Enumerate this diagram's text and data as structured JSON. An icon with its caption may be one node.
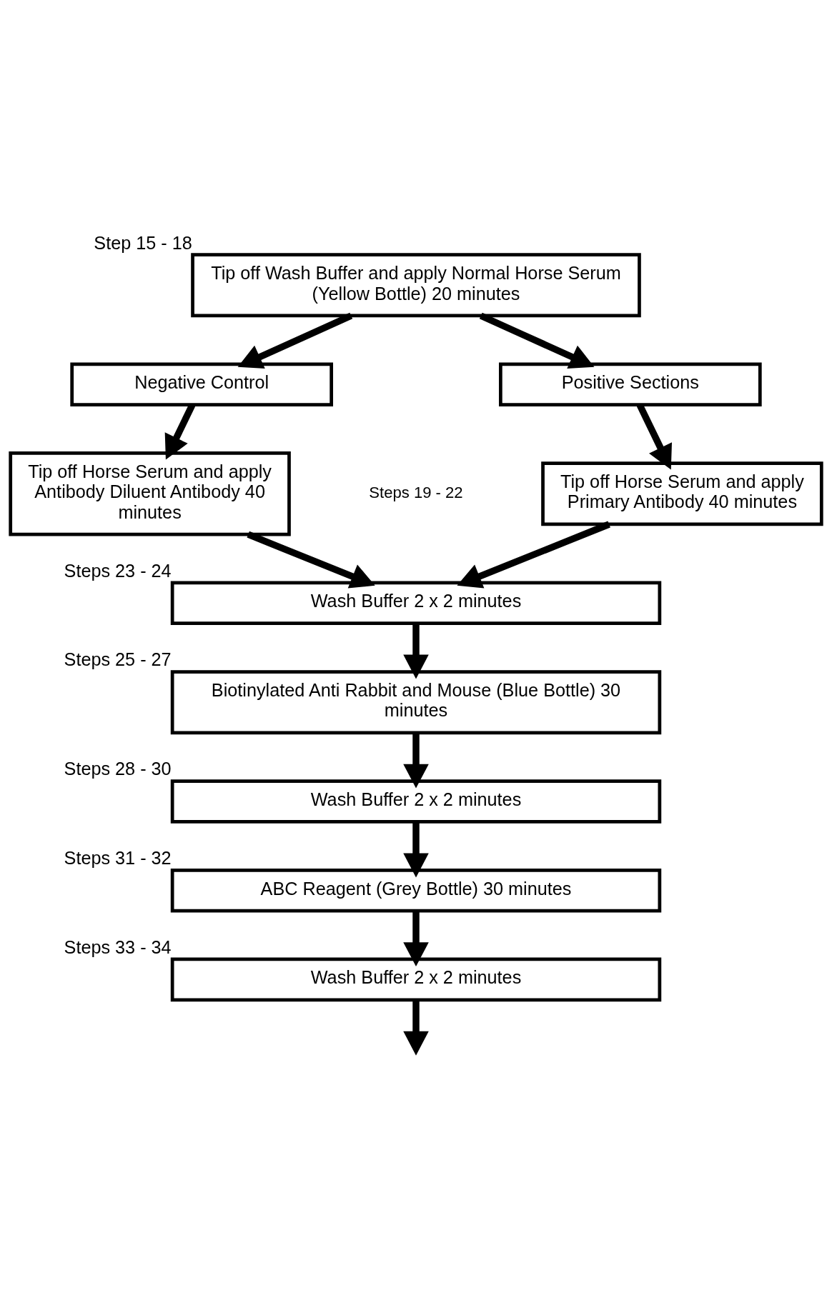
{
  "diagram": {
    "nodes": [
      {
        "text": [
          "Tip off Wash Buffer and apply Normal Horse Serum (Yellow Bottle) 20 minutes"
        ],
        "beside": [
          "Step 15 - 18"
        ]
      },
      {
        "text": [
          "Negative Control"
        ]
      },
      {
        "text": [
          "Positive Sections"
        ]
      },
      {
        "text": [
          "Tip off Horse Serum and apply Antibody Diluent Antibody 40 minutes"
        ]
      },
      {
        "text": [
          "Tip off Horse Serum and apply Primary Antibody 40 minutes"
        ]
      },
      {
        "text": [
          "Wash Buffer 2 x 2 minutes"
        ],
        "beside": [
          "Steps 23 - 24"
        ]
      },
      {
        "text": [
          "Biotinylated Anti Rabbit and Mouse (Blue Bottle) 30 minutes"
        ],
        "beside": [
          "Steps 25 - 27"
        ]
      },
      {
        "text": [
          "Wash Buffer 2 x 2 minutes"
        ],
        "beside": [
          "Steps 28 - 30"
        ]
      },
      {
        "text": [
          "ABC Reagent (Grey Bottle) 30 minutes"
        ],
        "beside": [
          "Steps 31 - 32"
        ]
      },
      {
        "text": [
          "Wash Buffer 2 x 2 minutes"
        ],
        "beside": [
          "Steps 33 - 34"
        ]
      }
    ],
    "edges": [
      {
        "from": 0,
        "to": 1,
        "arrow": "to"
      },
      {
        "from": 0,
        "to": 2,
        "arrow": "to"
      },
      {
        "from": 1,
        "to": 3,
        "arrow": "to"
      },
      {
        "from": 2,
        "to": 4,
        "arrow": "to"
      },
      {
        "from": 3,
        "to": 5,
        "arrow": "to"
      },
      {
        "from": 4,
        "to": 5,
        "arrow": "to"
      },
      {
        "from": 5,
        "to": 6,
        "arrow": "to"
      },
      {
        "from": 6,
        "to": 7,
        "arrow": "to"
      },
      {
        "from": 7,
        "to": 8,
        "arrow": "to"
      },
      {
        "from": 8,
        "to": 9,
        "arrow": "to"
      },
      {
        "from": 9,
        "to": null,
        "arrow": "to"
      }
    ],
    "labels": [
      "Steps 19 - 22"
    ]
  }
}
